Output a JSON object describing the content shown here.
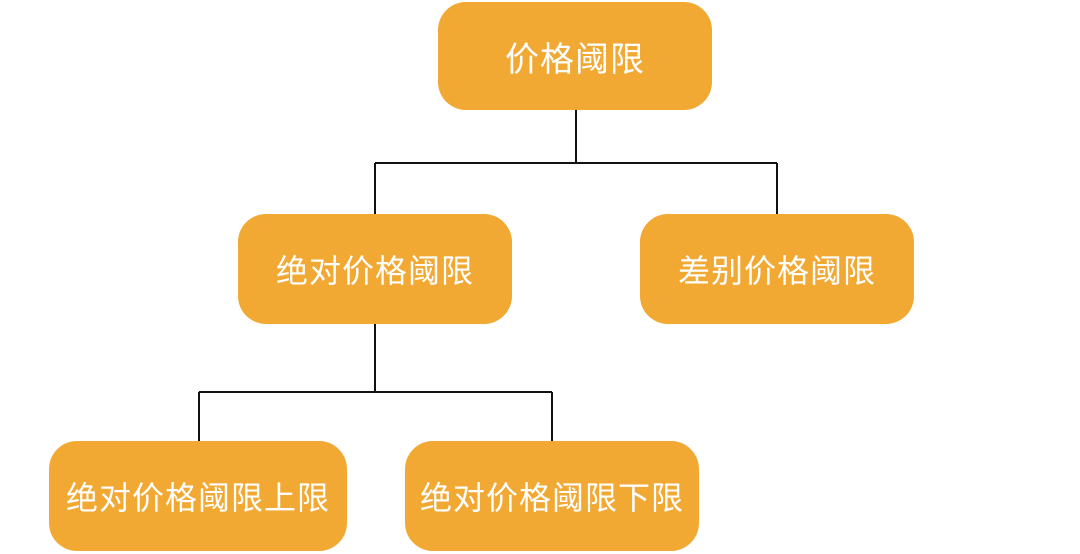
{
  "diagram": {
    "root": {
      "label": "价格阈限"
    },
    "absolute": {
      "label": "绝对价格阈限"
    },
    "differential": {
      "label": "差别价格阈限"
    },
    "upper": {
      "label": "绝对价格阈限上限"
    },
    "lower": {
      "label": "绝对价格阈限下限"
    }
  },
  "colors": {
    "node_fill": "#F2A934",
    "node_text": "#ffffff",
    "connector": "#111111",
    "background": "#ffffff"
  }
}
